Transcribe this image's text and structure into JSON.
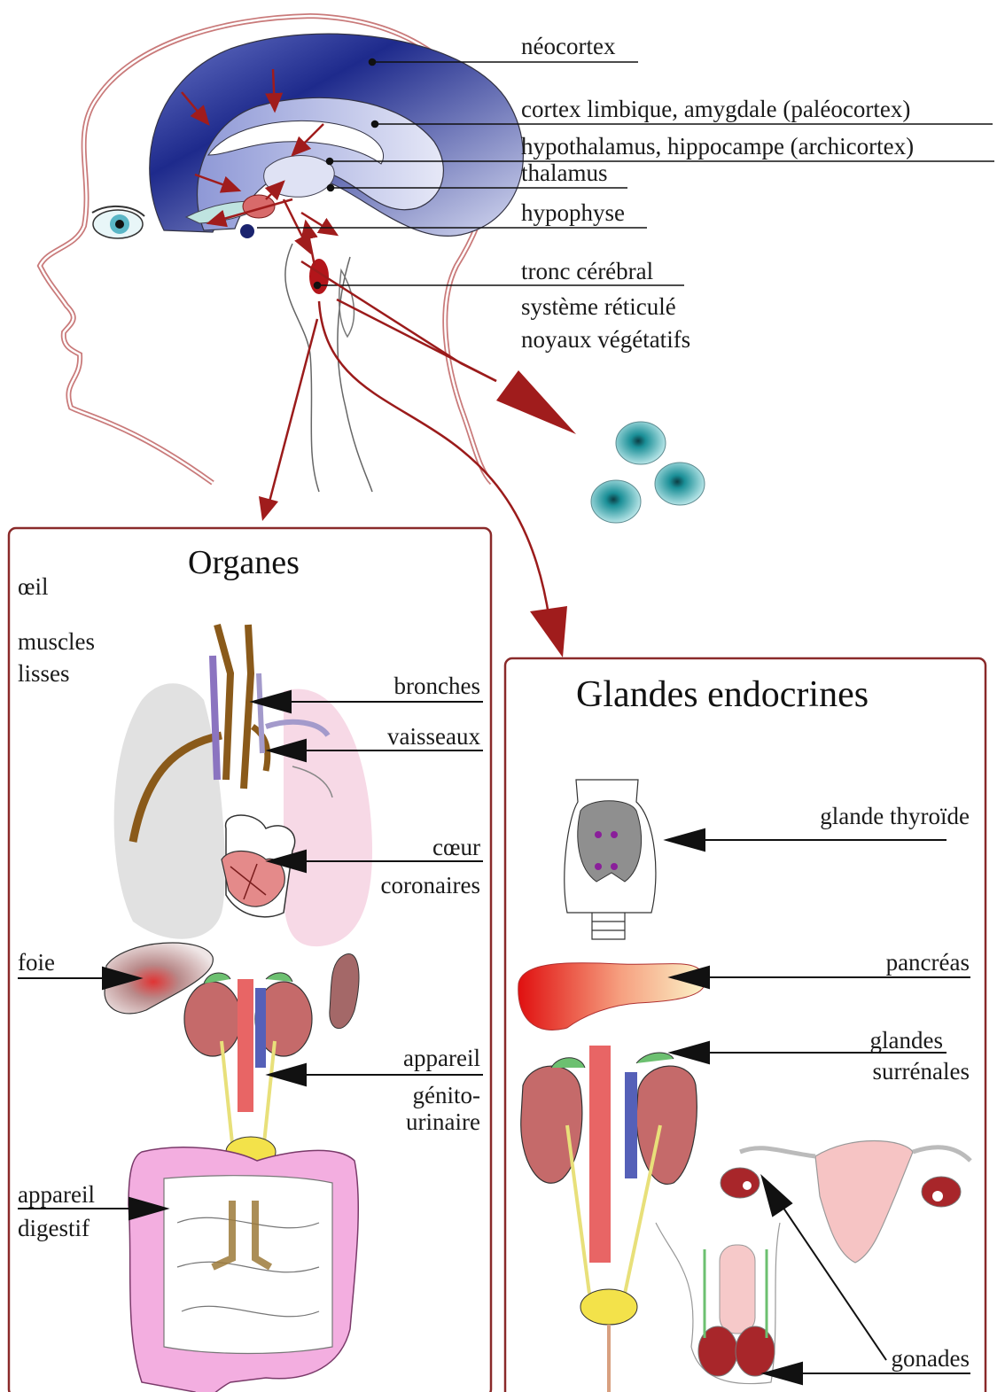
{
  "brain": {
    "labels": [
      "néocortex",
      "cortex limbique, amygdale (paléocortex)",
      "hypothalamus, hippocampe (archicortex)",
      "thalamus",
      "hypophyse",
      "tronc cérébral",
      "système réticulé",
      "noyaux végétatifs"
    ]
  },
  "organes": {
    "title": "Organes",
    "oeil": "œil",
    "muscles": [
      "muscles",
      "lisses"
    ],
    "bronches": "bronches",
    "vaisseaux": "vaisseaux",
    "coeur": [
      "cœur",
      "coronaires"
    ],
    "foie": "foie",
    "genito": [
      "appareil",
      "génito-",
      "urinaire"
    ],
    "digestif": [
      "appareil",
      "digestif"
    ]
  },
  "glandes": {
    "title": "Glandes endocrines",
    "thyroide": "glande thyroïde",
    "pancreas": "pancréas",
    "surrenales": [
      "glandes",
      "surrénales"
    ],
    "gonades": "gonades"
  },
  "colors": {
    "arrow_red": "#9b1b1b",
    "box_border": "#8a2a2a",
    "cortex_blue": "#2a3a9a",
    "label_line": "#111111"
  }
}
